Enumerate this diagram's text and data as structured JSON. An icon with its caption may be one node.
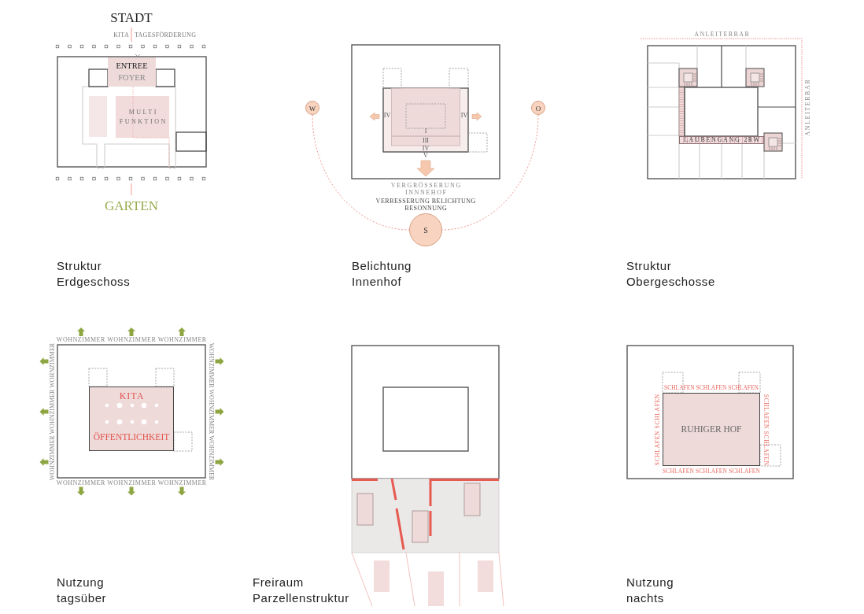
{
  "diagram": {
    "nodes": [
      {
        "text": [
          "ENTREE",
          "FOYER"
        ]
      },
      {
        "text": [
          "MULTI FUNKTION"
        ]
      },
      {
        "text": [
          "W"
        ]
      },
      {
        "text": [
          "O"
        ]
      },
      {
        "text": [
          "S"
        ]
      },
      {
        "text": [
          "LAUBENGANG 2RW"
        ]
      },
      {
        "text": [
          "KITA",
          "ÖFFENTLICHKEIT"
        ]
      },
      {
        "text": [
          "RUHIGER HOF"
        ]
      }
    ],
    "edges": [
      {
        "from": 2,
        "to": 4,
        "arrow": "none",
        "style": "dashed"
      },
      {
        "from": 3,
        "to": 4,
        "arrow": "none",
        "style": "dashed"
      }
    ],
    "labels": [
      "STADT",
      "KITA",
      "TAGESFÖRDERUNG",
      "GARTEN",
      "IV",
      "IV",
      "I",
      "III",
      "IV",
      "V",
      "VERGRÖSSERUNG INNNEHOF",
      "VERBESSERUNG BELICHTUNG BESONNUNG",
      "ANLEITERBAR",
      "ANLEITERBAR",
      "Struktur Erdgeschoss",
      "Belichtung Innenhof",
      "Struktur Obergeschosse",
      "WOHNZIMMER WOHNZIMMER WOHNZIMMER",
      "WOHNZIMMER WOHNZIMMER WOHNZIMMER",
      "WOHNZIMMER WOHNZIMMER WOHNZIMMER",
      "WOHNZIMMER WOHNZIMMER WOHNZIMMER",
      "SCHLAFEN SCHLAFEN SCHLAFEN",
      "SCHLAFEN SCHLAFEN",
      "SCHLAFEN SCHLAFEN",
      "SCHLAFEN SCHLAFEN SCHLAFEN",
      "Nutzung tagsüber",
      "Freiraum Parzellenstruktur",
      "Nutzung nachts"
    ]
  }
}
